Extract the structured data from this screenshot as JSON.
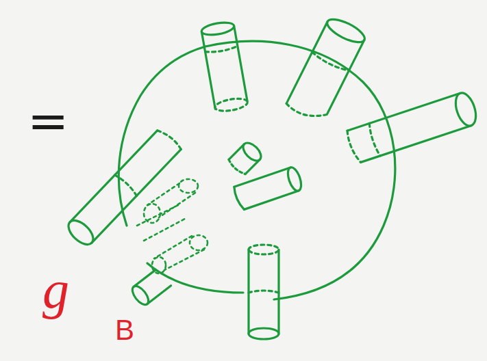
{
  "diagram": {
    "labels": [
      "=",
      "g",
      "B"
    ]
  }
}
